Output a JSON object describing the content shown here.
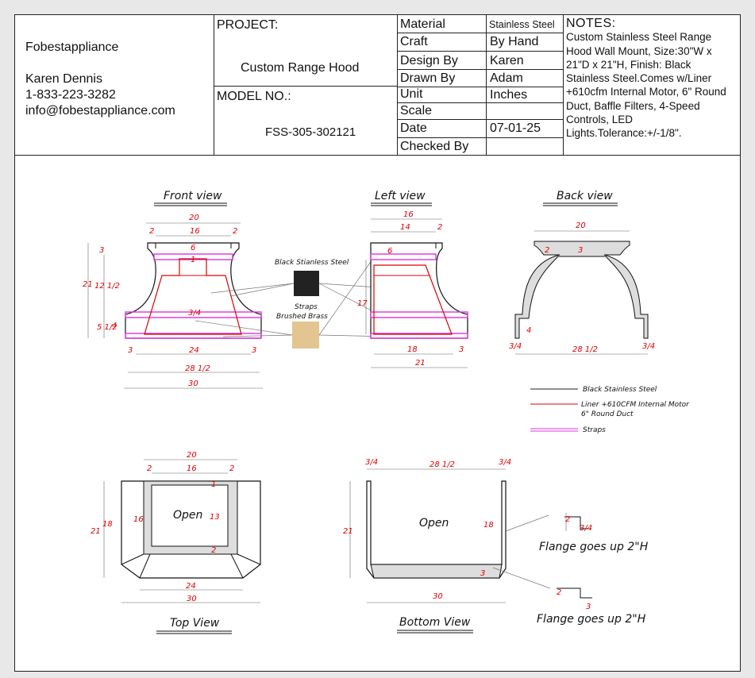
{
  "company": {
    "name": "Fobestappliance",
    "contact": "Karen Dennis",
    "phone": "1-833-223-3282",
    "email": "info@fobestappliance.com"
  },
  "project": {
    "label": "PROJECT:",
    "value": "Custom Range Hood",
    "model_label": "MODEL NO.:",
    "model_value": "FSS-305-302121"
  },
  "specs": [
    {
      "key": "Material",
      "value": "Stainless Steel"
    },
    {
      "key": "Craft",
      "value": "By Hand"
    },
    {
      "key": "Design By",
      "value": "Karen"
    },
    {
      "key": "Drawn By",
      "value": "Adam"
    },
    {
      "key": "Unit",
      "value": "Inches"
    },
    {
      "key": "Scale",
      "value": ""
    },
    {
      "key": "Date",
      "value": "07-01-25"
    },
    {
      "key": "Checked By",
      "value": ""
    }
  ],
  "notes": {
    "heading": "NOTES:",
    "lines": [
      "Custom Stainless Steel Range",
      "Hood Wall Mount, Size:30\"W x",
      "21\"D x 21\"H, Finish: Black",
      "Stainless Steel.Comes w/Liner",
      "+610cfm Internal Motor, 6\" Round",
      "Duct, Baffle Filters, 4-Speed",
      "Controls, LED",
      "Lights.Tolerance:+/-1/8\"."
    ]
  },
  "views": {
    "front": "Front view",
    "left": "Left view",
    "back": "Back view",
    "top": "Top View",
    "bottom": "Bottom View"
  },
  "swatches": {
    "black_label": "Black Stianless Steel",
    "brass_label_1": "Straps",
    "brass_label_2": "Brushed Brass",
    "black_color": "#222222",
    "brass_color": "#e3c58f"
  },
  "legend": [
    {
      "label": "Black Stainless Steel",
      "color": "#222222"
    },
    {
      "label": "Liner +610CFM Internal Motor",
      "label2": "6\" Round Duct",
      "color": "#dd0000"
    },
    {
      "label": "Straps",
      "color": "#dd33dd"
    }
  ],
  "annotations": {
    "open": "Open",
    "flange": "Flange goes up 2\"H"
  },
  "dims": {
    "front": {
      "top_w": "20",
      "inner_w": "16",
      "edge": "2",
      "six": "6",
      "one": "1",
      "three_a": "3",
      "total_h": "21",
      "upper_h": "12 1/2",
      "lower_h": "5 1/2",
      "four": "4",
      "strap": "3/4",
      "side": "3",
      "body_w": "24",
      "inner_base": "28 1/2",
      "base_w": "30"
    },
    "left": {
      "top_w": "16",
      "inner_w": "14",
      "edge": "2",
      "six": "6",
      "h": "17",
      "base_inner": "18",
      "side": "3",
      "base_w": "21"
    },
    "back": {
      "top_w": "20",
      "two": "2",
      "three": "3",
      "four": "4",
      "strap": "3/4",
      "base": "28 1/2"
    },
    "top": {
      "w20": "20",
      "w16": "16",
      "two": "2",
      "h21": "21",
      "h18": "18",
      "h16": "16",
      "h13": "13",
      "one": "1",
      "w24": "24",
      "w30": "30"
    },
    "bottom": {
      "strap": "3/4",
      "base": "28 1/2",
      "h21": "21",
      "h18": "18",
      "three": "3",
      "w30": "30"
    },
    "flange": {
      "two": "2",
      "strap": "3/4",
      "three": "3"
    }
  }
}
